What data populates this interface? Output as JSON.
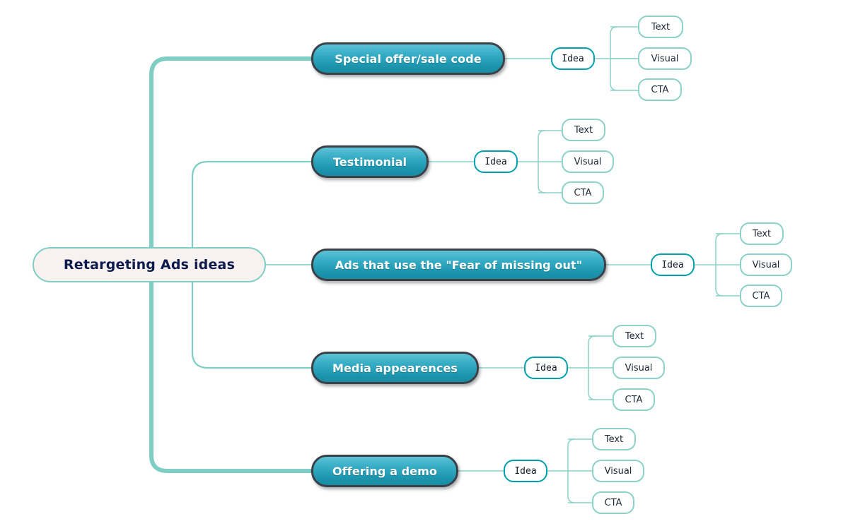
{
  "diagram": {
    "type": "mind-map",
    "title": "Retargeting Ads ideas",
    "colors": {
      "trunk": "#7ecec4",
      "branch_fill_top": "#5ec2d6",
      "branch_fill_bottom": "#1a8ca3",
      "branch_border": "#3c4147",
      "idea_border": "#00a0ae",
      "leaf_border": "#8cd2c8",
      "root_fill": "#f7f2f0",
      "root_border": "#7ecec4",
      "root_text": "#0d1b4c",
      "branch_text": "#ffffff",
      "background": "#ffffff"
    },
    "root": {
      "label": "Retargeting Ads ideas"
    },
    "branches": [
      {
        "label": "Special offer/sale code",
        "idea": {
          "label": "Idea"
        },
        "leaves": [
          {
            "label": "Text"
          },
          {
            "label": "Visual"
          },
          {
            "label": "CTA"
          }
        ]
      },
      {
        "label": "Testimonial",
        "idea": {
          "label": "Idea"
        },
        "leaves": [
          {
            "label": "Text"
          },
          {
            "label": "Visual"
          },
          {
            "label": "CTA"
          }
        ]
      },
      {
        "label": "Ads that use the \"Fear of missing out\"",
        "idea": {
          "label": "Idea"
        },
        "leaves": [
          {
            "label": "Text"
          },
          {
            "label": "Visual"
          },
          {
            "label": "CTA"
          }
        ]
      },
      {
        "label": "Media appearences",
        "idea": {
          "label": "Idea"
        },
        "leaves": [
          {
            "label": "Text"
          },
          {
            "label": "Visual"
          },
          {
            "label": "CTA"
          }
        ]
      },
      {
        "label": "Offering a demo",
        "idea": {
          "label": "Idea"
        },
        "leaves": [
          {
            "label": "Text"
          },
          {
            "label": "Visual"
          },
          {
            "label": "CTA"
          }
        ]
      }
    ]
  }
}
